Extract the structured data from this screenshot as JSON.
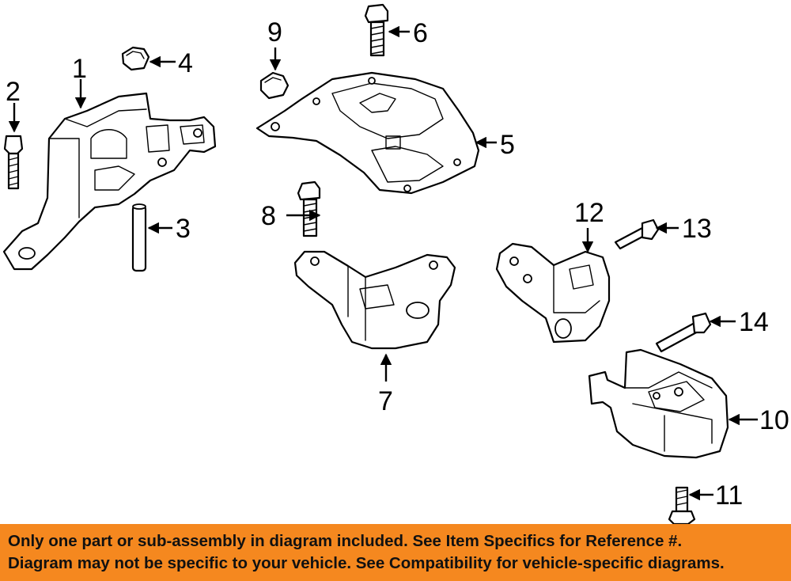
{
  "diagram": {
    "callouts": [
      "1",
      "2",
      "3",
      "4",
      "5",
      "6",
      "7",
      "8",
      "9",
      "10",
      "11",
      "12",
      "13",
      "14"
    ]
  },
  "footer": {
    "line1": "Only one part or sub-assembly in diagram included. See Item Specifics for Reference #.",
    "line2": "Diagram may not be specific to your vehicle. See Compatibility for vehicle-specific diagrams."
  },
  "colors": {
    "footer_background": "#f5881f",
    "line_art": "#000000",
    "background": "#ffffff"
  }
}
